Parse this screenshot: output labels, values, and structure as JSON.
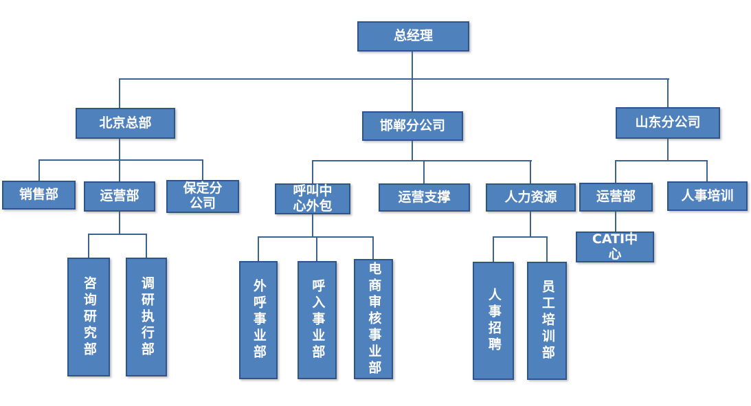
{
  "colors": {
    "node_fill": "#4F81BD",
    "node_border": "#2F5487",
    "node_text": "#FFFFFF",
    "connector": "#3A6391",
    "background": "#FFFFFF"
  },
  "org_chart": {
    "root": {
      "label": "总经理"
    },
    "branches": [
      {
        "label": "北京总部",
        "children": [
          {
            "label": "销售部"
          },
          {
            "label": "运营部",
            "children": [
              {
                "label": "咨询研究部"
              },
              {
                "label": "调研执行部"
              }
            ]
          },
          {
            "label": "保定分\n公司"
          }
        ]
      },
      {
        "label": "邯郸分公司",
        "children": [
          {
            "label": "呼叫中\n心外包",
            "children": [
              {
                "label": "外呼事业部"
              },
              {
                "label": "呼入事业部"
              },
              {
                "label": "电商审核事业部"
              }
            ]
          },
          {
            "label": "运营支撑"
          },
          {
            "label": "人力资源",
            "children": [
              {
                "label": "人事招聘"
              },
              {
                "label": "员工培训部"
              }
            ]
          }
        ]
      },
      {
        "label": "山东分公司",
        "children": [
          {
            "label": "运营部",
            "children": [
              {
                "label": "CATI中\n心"
              }
            ]
          },
          {
            "label": "人事培训"
          }
        ]
      }
    ]
  }
}
